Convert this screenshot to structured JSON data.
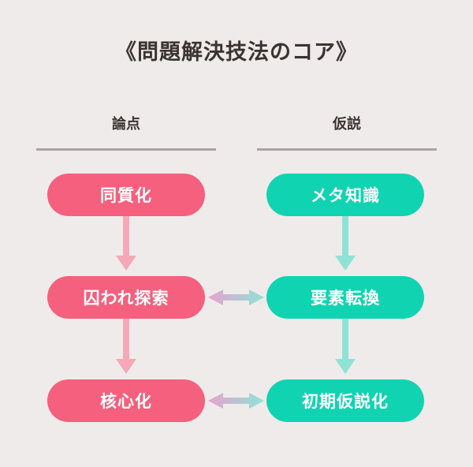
{
  "title": "《問題解決技法のコア》",
  "columns": [
    {
      "label": "論点",
      "color": "#f4607d"
    },
    {
      "label": "仮説",
      "color": "#10d4b1"
    }
  ],
  "nodes": {
    "left": [
      "同質化",
      "囚われ探索",
      "核心化"
    ],
    "right": [
      "メタ知識",
      "要素転換",
      "初期仮説化"
    ]
  },
  "connectors": {
    "left_arrow_color": "#f5a9b8",
    "right_arrow_color": "#8ee3d5",
    "double_arrow_colors": [
      "#e7a2d0",
      "#8ee3d5"
    ]
  }
}
